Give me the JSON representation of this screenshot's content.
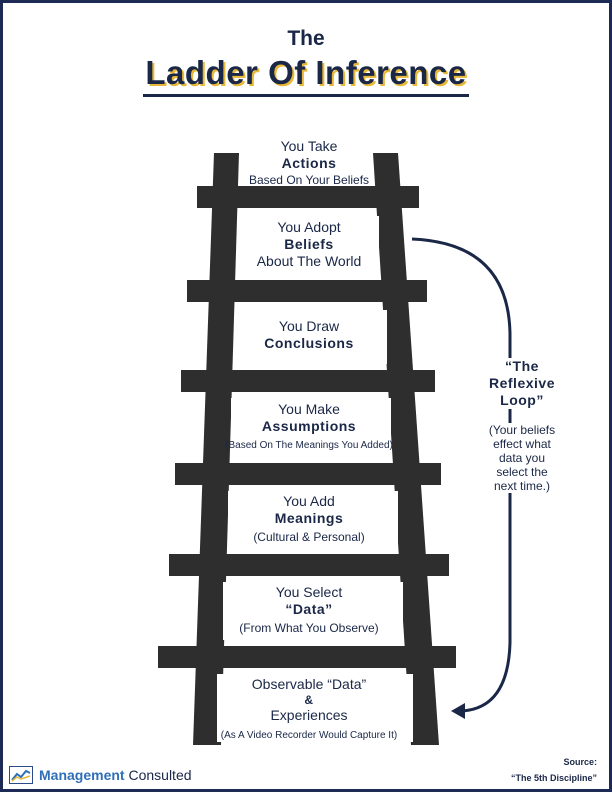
{
  "title": {
    "small": "The",
    "main": "Ladder Of Inference"
  },
  "steps": [
    {
      "line1": "You Take",
      "line2": "Actions",
      "line3": "Based On Your Beliefs"
    },
    {
      "line1": "You Adopt",
      "line2": "Beliefs",
      "line3": "About The World"
    },
    {
      "line1": "You Draw",
      "line2": "Conclusions"
    },
    {
      "line1": "You Make",
      "line2": "Assumptions",
      "line3": "(Based On The Meanings You Added)"
    },
    {
      "line1": "You Add",
      "line2": "Meanings",
      "line3": "(Cultural & Personal)"
    },
    {
      "line1": "You Select",
      "line2": "“Data”",
      "line3": "(From What You Observe)"
    },
    {
      "line1": "Observable “Data”",
      "line2": "&",
      "line3": "Experiences",
      "line4": "(As A Video Recorder Would Capture It)"
    }
  ],
  "loop": {
    "title": [
      "“The",
      "Reflexive",
      "Loop”"
    ],
    "description": [
      "(Your beliefs",
      "effect what",
      "data you",
      "select the",
      "next time.)"
    ]
  },
  "logo": {
    "part1": "Management",
    "part2": "Consulted"
  },
  "source": {
    "label": "Source:",
    "text": "“The 5th Discipline”"
  },
  "colors": {
    "navy": "#1a2747",
    "ladder": "#2e2e2e",
    "accent": "#e8b838",
    "brand_blue": "#2f6fb8"
  }
}
